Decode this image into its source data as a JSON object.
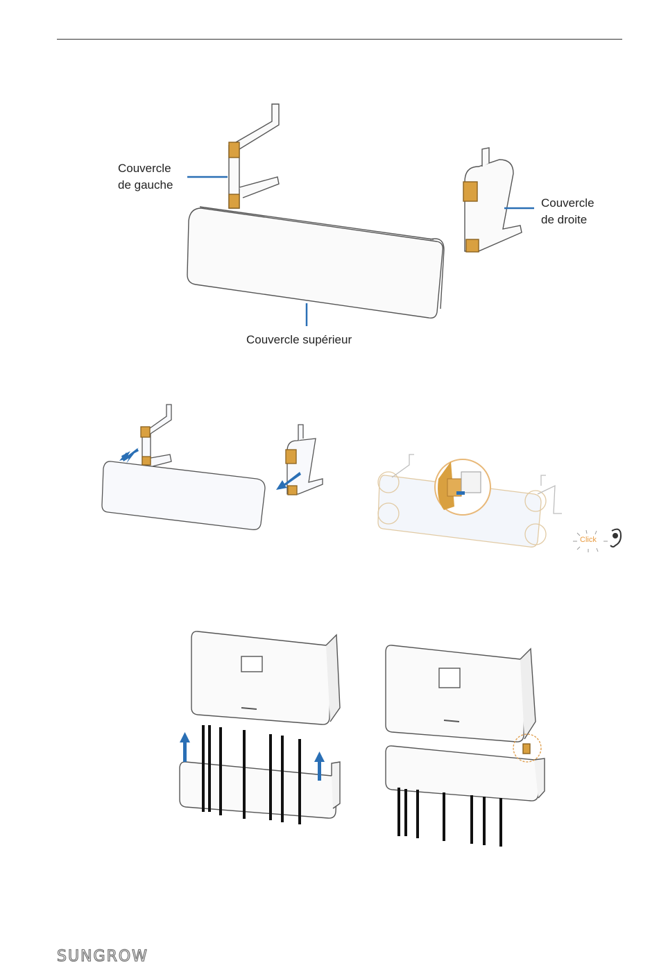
{
  "figure1": {
    "label_left_line1": "Couvercle",
    "label_left_line2": "de gauche",
    "label_right_line1": "Couvercle",
    "label_right_line2": "de droite",
    "label_bottom": "Couvercle supérieur"
  },
  "figure2": {
    "click_text": "Click"
  },
  "footer": {
    "logo": "SUNGROW"
  },
  "colors": {
    "accent_blue": "#2a6fb5",
    "latch_orange": "#d9a040"
  }
}
